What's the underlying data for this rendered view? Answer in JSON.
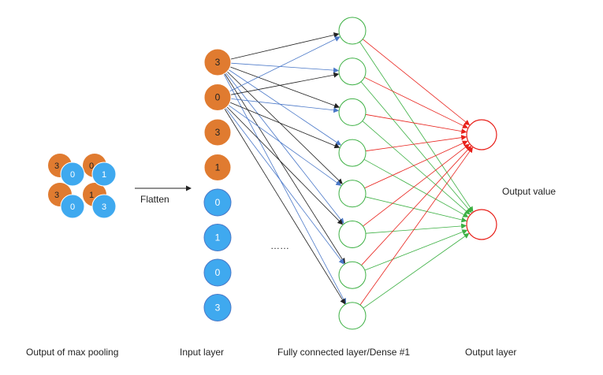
{
  "colors": {
    "orange": "#e07b30",
    "blue": "#3fa9ef",
    "black_edge": "#222222",
    "blue_edge": "#4a78c8",
    "green": "#3cb043",
    "red": "#e8201a"
  },
  "pooling": {
    "orange_values": [
      "3",
      "0",
      "3",
      "1"
    ],
    "blue_values": [
      "0",
      "1",
      "0",
      "3"
    ]
  },
  "flatten_label": "Flatten",
  "input_layer": {
    "nodes": [
      {
        "value": "3",
        "color": "orange"
      },
      {
        "value": "0",
        "color": "orange"
      },
      {
        "value": "3",
        "color": "orange"
      },
      {
        "value": "1",
        "color": "orange"
      },
      {
        "value": "0",
        "color": "blue"
      },
      {
        "value": "1",
        "color": "blue"
      },
      {
        "value": "0",
        "color": "blue"
      },
      {
        "value": "3",
        "color": "blue"
      }
    ]
  },
  "hidden_layer": {
    "node_count": 8
  },
  "output_layer": {
    "node_count": 2
  },
  "ellipsis": "……",
  "output_value_label": "Output value",
  "captions": {
    "pooling": "Output of max pooling",
    "input": "Input layer",
    "dense": "Fully connected layer/Dense #1",
    "output": "Output layer"
  }
}
